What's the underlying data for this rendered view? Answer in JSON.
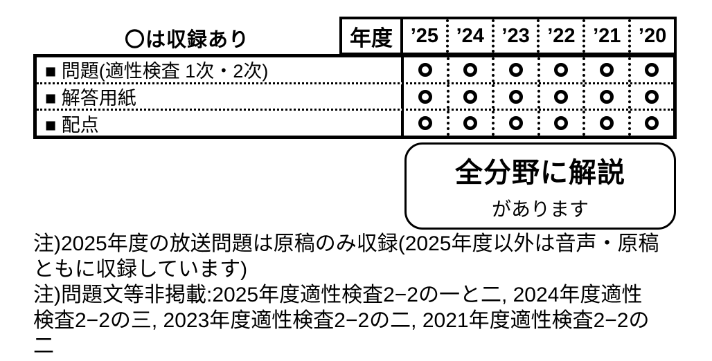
{
  "legend": {
    "text": "〇は収録あり"
  },
  "header": {
    "year_label": "年度",
    "years": [
      "’25",
      "’24",
      "’23",
      "’22",
      "’21",
      "’20"
    ]
  },
  "table": {
    "mark_symbol": "〇",
    "rows": [
      {
        "label": "■ 問題(適性検査 1次・2次)",
        "marks": [
          "〇",
          "〇",
          "〇",
          "〇",
          "〇",
          "〇"
        ]
      },
      {
        "label": "■ 解答用紙",
        "marks": [
          "〇",
          "〇",
          "〇",
          "〇",
          "〇",
          "〇"
        ]
      },
      {
        "label": "■ 配点",
        "marks": [
          "〇",
          "〇",
          "〇",
          "〇",
          "〇",
          "〇"
        ]
      }
    ]
  },
  "callout": {
    "line1": "全分野に解説",
    "line2": "があります"
  },
  "notes": {
    "note1_lines": [
      "注)2025年度の放送問題は原稿のみ収録(2025年度以外は音声・原稿",
      "ともに収録しています)"
    ],
    "note2_lines": [
      "注)問題文等非掲載:2025年度適性検査2−2の一と二, 2024年度適性",
      "検査2−2の三, 2023年度適性検査2−2の二, 2021年度適性検査2−2の",
      "二"
    ]
  },
  "colors": {
    "ink": "#000000",
    "background": "#ffffff"
  }
}
